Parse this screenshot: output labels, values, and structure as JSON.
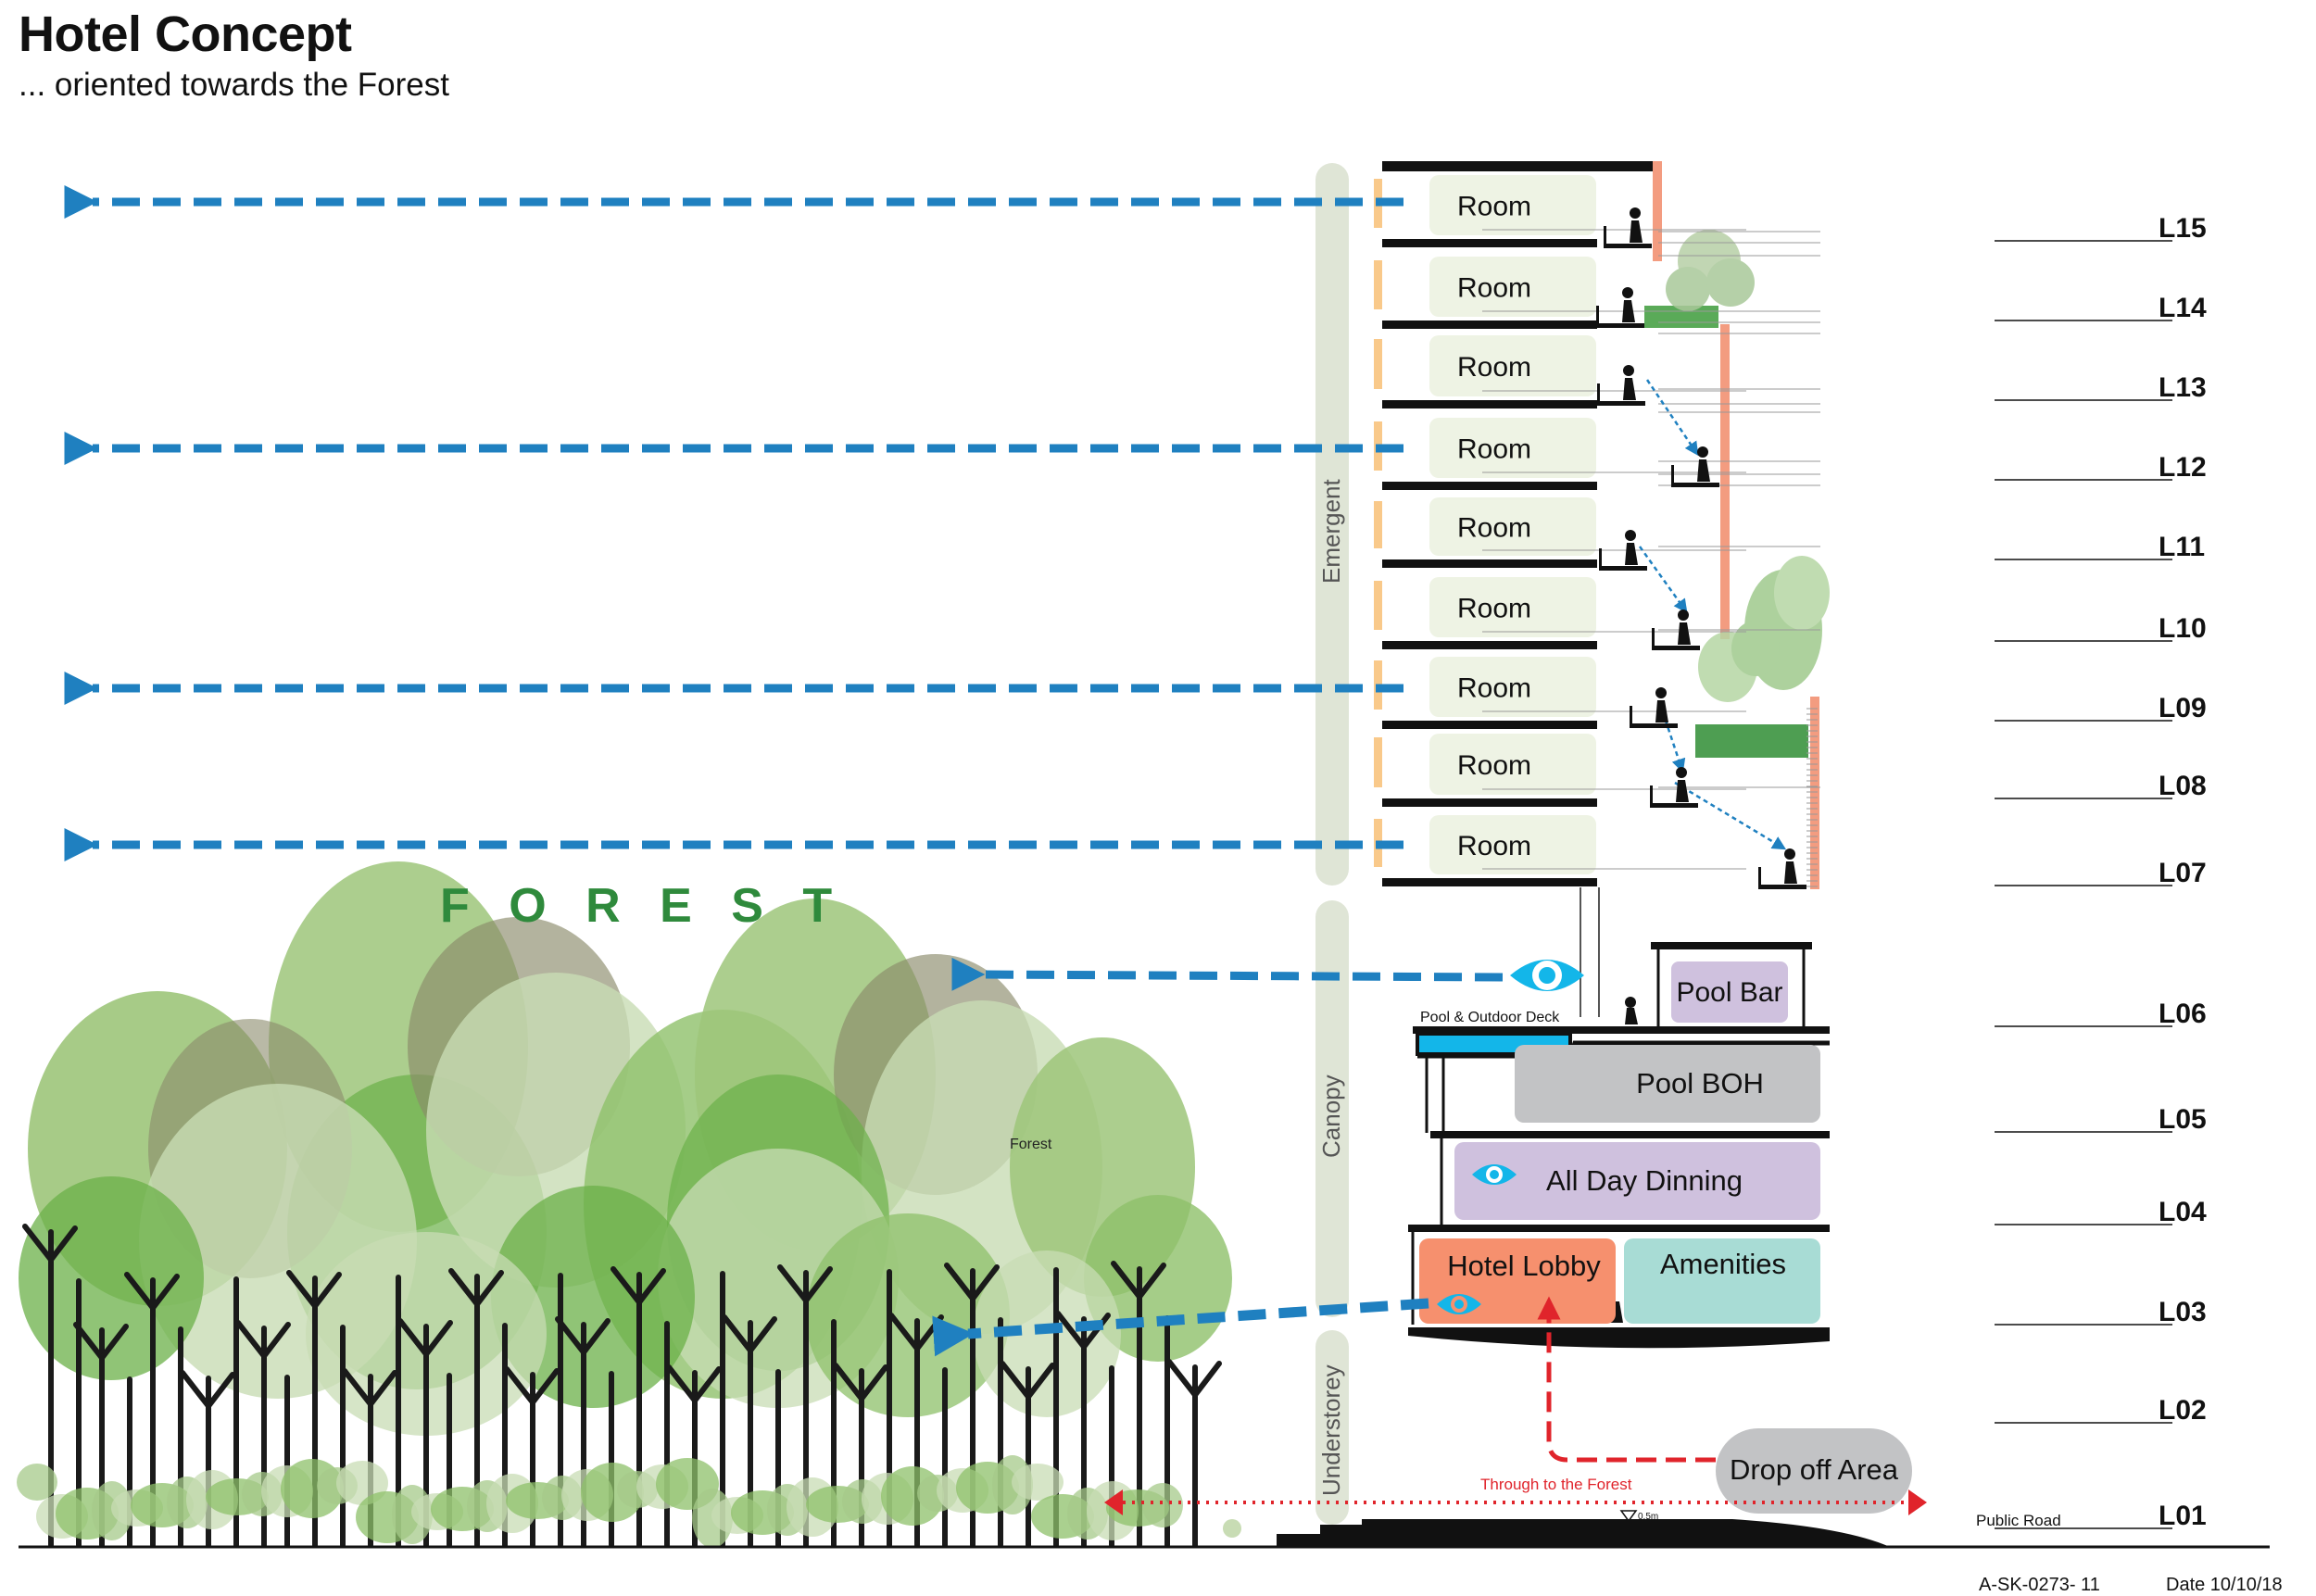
{
  "header": {
    "title": "Hotel Concept",
    "subtitle": "... oriented towards the Forest"
  },
  "zones": {
    "emergent": "Emergent",
    "canopy": "Canopy",
    "understorey": "Understorey"
  },
  "rooms": [
    "Room",
    "Room",
    "Room",
    "Room",
    "Room",
    "Room",
    "Room",
    "Room",
    "Room"
  ],
  "spaces": {
    "pool_bar": "Pool Bar",
    "pool_deck": "Pool & Outdoor Deck",
    "pool_boh": "Pool BOH",
    "all_day_dining": "All Day Dinning",
    "hotel_lobby": "Hotel Lobby",
    "amenities": "Amenities",
    "drop_off": "Drop off Area"
  },
  "forest": {
    "big_label": "F O R E S T",
    "small_label": "Forest"
  },
  "ground": {
    "through_forest": "Through to the Forest",
    "public_road": "Public Road",
    "level_mark": "0.5m"
  },
  "levels": [
    "L15",
    "L14",
    "L13",
    "L12",
    "L11",
    "L10",
    "L09",
    "L08",
    "L07",
    "L06",
    "L05",
    "L04",
    "L03",
    "L02",
    "L01"
  ],
  "footer": {
    "drawing_no": "A-SK-0273- 11",
    "date": "Date 10/10/18"
  },
  "colors": {
    "arrow_blue": "#1f80c0",
    "accent_red": "#e0242b",
    "room_fill": "#eef3e4",
    "lobby_fill": "#f6906e",
    "amenities_fill": "#a8dcd5",
    "dining_fill": "#cfc1de",
    "boh_fill": "#c2c3c5",
    "pool_fill": "#13b6e9",
    "zone_bar": "#dfe5d6",
    "facade_orange": "#f39c80",
    "forest_green": "#2f8a3c"
  }
}
